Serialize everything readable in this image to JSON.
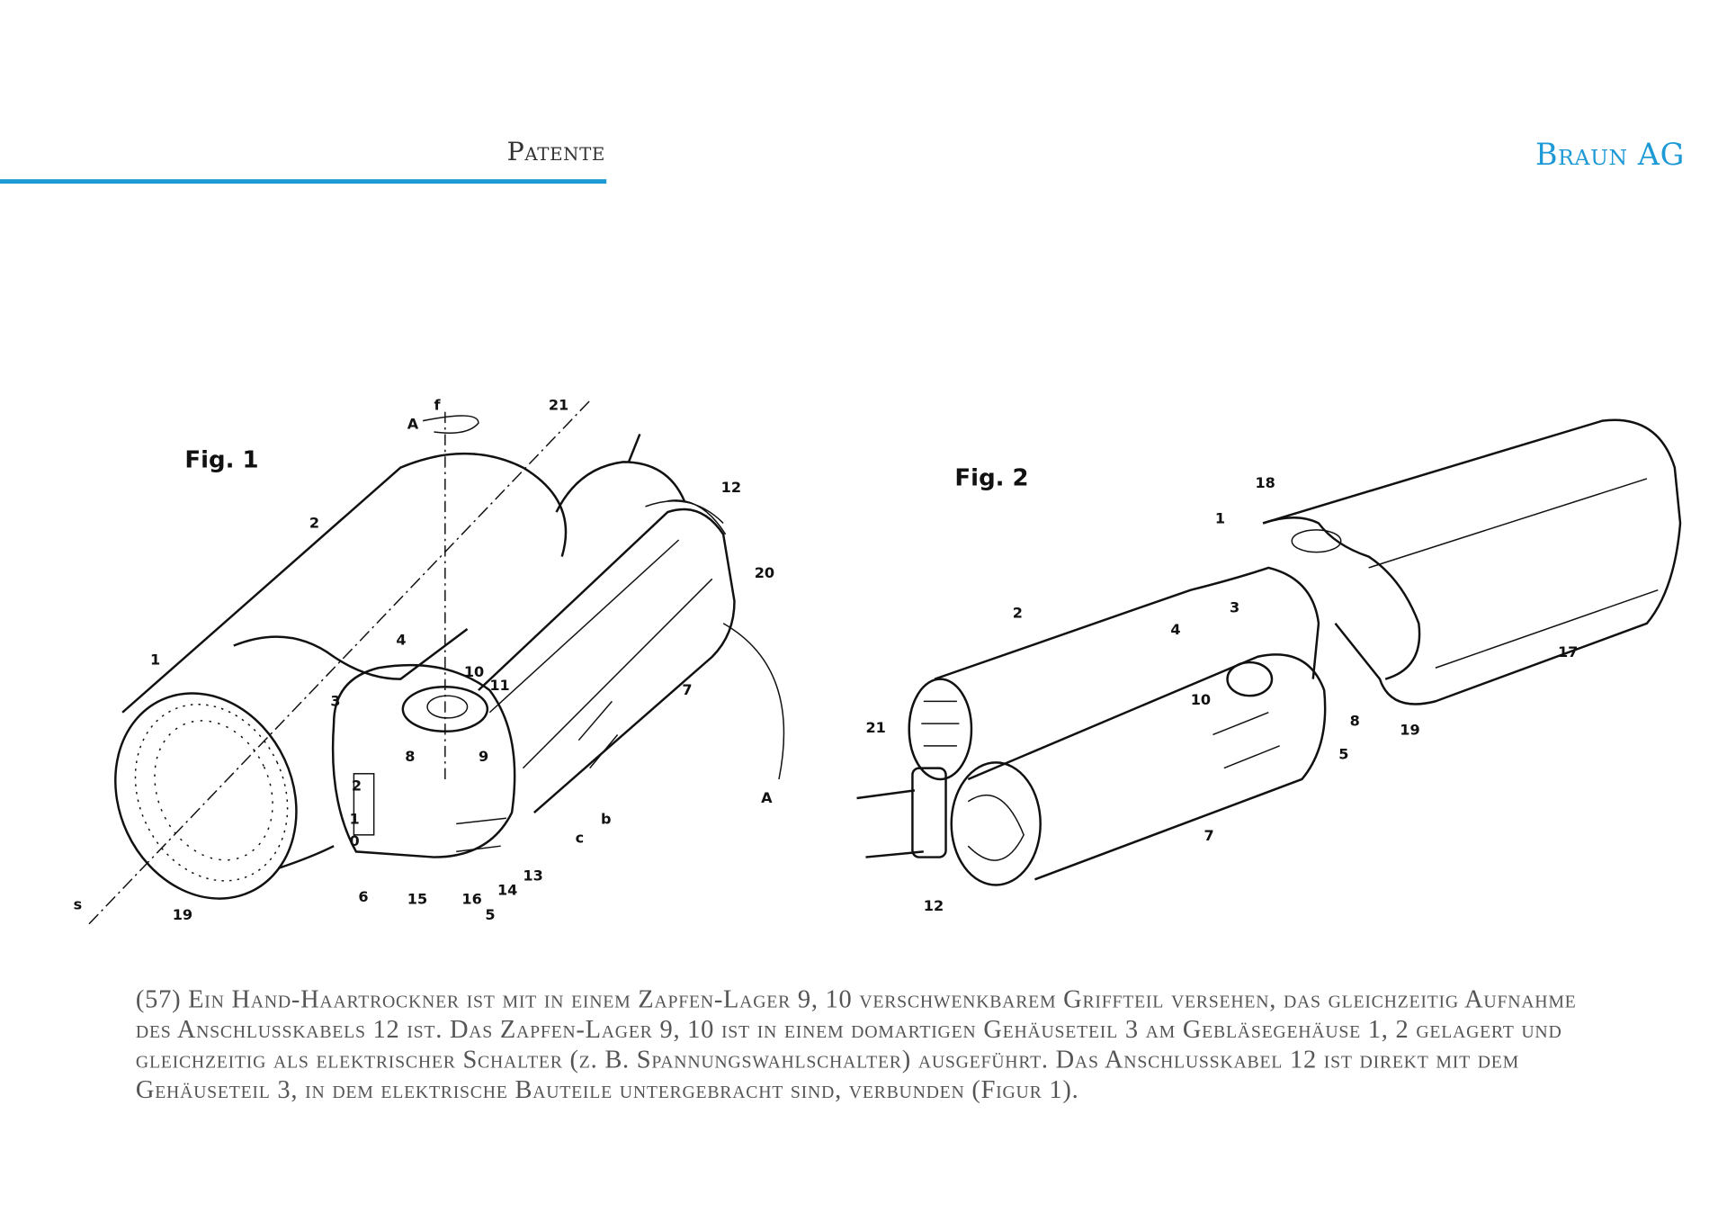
{
  "header": {
    "section": "Patente",
    "company": "Braun AG",
    "accent_color": "#1d9ad6"
  },
  "figure1": {
    "title": "Fig. 1",
    "labels": [
      "21",
      "f",
      "A",
      "12",
      "2",
      "20",
      "1",
      "4",
      "10",
      "11",
      "3",
      "7",
      "8",
      "9",
      "2",
      "1",
      "0",
      "b",
      "c",
      "A",
      "s",
      "19",
      "6",
      "15",
      "16",
      "14",
      "13",
      "5"
    ]
  },
  "figure2": {
    "title": "Fig. 2",
    "labels": [
      "18",
      "1",
      "3",
      "2",
      "4",
      "17",
      "10",
      "8",
      "19",
      "21",
      "5",
      "7",
      "12"
    ]
  },
  "abstract": "(57) Ein Hand-Haartrockner ist mit in einem Zapfen-Lager 9, 10 verschwenkbarem Griffteil versehen, das gleichzeitig Aufnahme des Anschlusskabels 12 ist. Das Zapfen-Lager 9, 10 ist in einem domartigen Gehäuseteil 3 am Gebläsegehäuse 1, 2 gelagert und gleichzeitig als elektrischer Schalter (z. B. Spannungswahlschalter) ausgeführt. Das Anschlusskabel 12 ist direkt mit dem Gehäuseteil 3, in dem elektrische Bauteile untergebracht sind, verbunden (Figur 1)."
}
